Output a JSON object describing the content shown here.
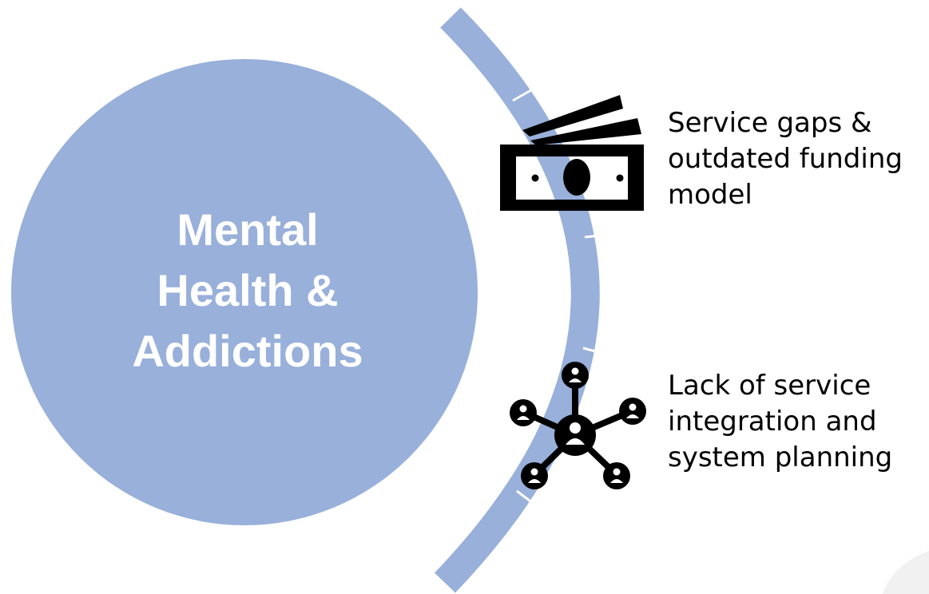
{
  "center": {
    "lines": [
      "Mental",
      "Health &",
      "Addictions"
    ],
    "fill_color": "#98B0DA"
  },
  "arc_color": "#98B0DA",
  "items": [
    {
      "icon": "money-icon",
      "lines": [
        "Service gaps &",
        "outdated funding",
        "model"
      ]
    },
    {
      "icon": "network-people-icon",
      "lines": [
        "Lack of service",
        "integration and",
        "system planning"
      ]
    }
  ]
}
